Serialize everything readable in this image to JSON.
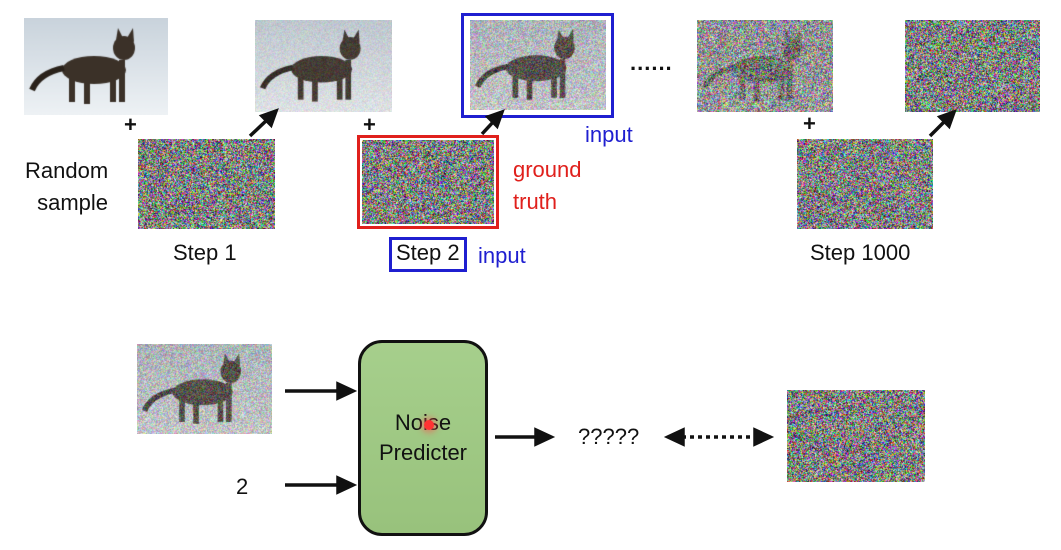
{
  "top_row": {
    "random_sample_label": [
      "Random",
      "sample"
    ],
    "step1_label": "Step 1",
    "step2_label": "Step 2",
    "step2_input_label": "input",
    "step1000_label": "Step 1000",
    "noisy_image_input_label": "input",
    "ground_truth_label": [
      "ground",
      "truth"
    ],
    "ellipsis": "......",
    "plus": "+"
  },
  "bottom_row": {
    "step_number": "2",
    "predictor_label": [
      "Noise",
      "Predicter"
    ],
    "output_unknown": "?????"
  },
  "colors": {
    "input_blue": "#1f1fd0",
    "ground_truth_red": "#e0201c",
    "predictor_green": "#a6cf8c"
  }
}
